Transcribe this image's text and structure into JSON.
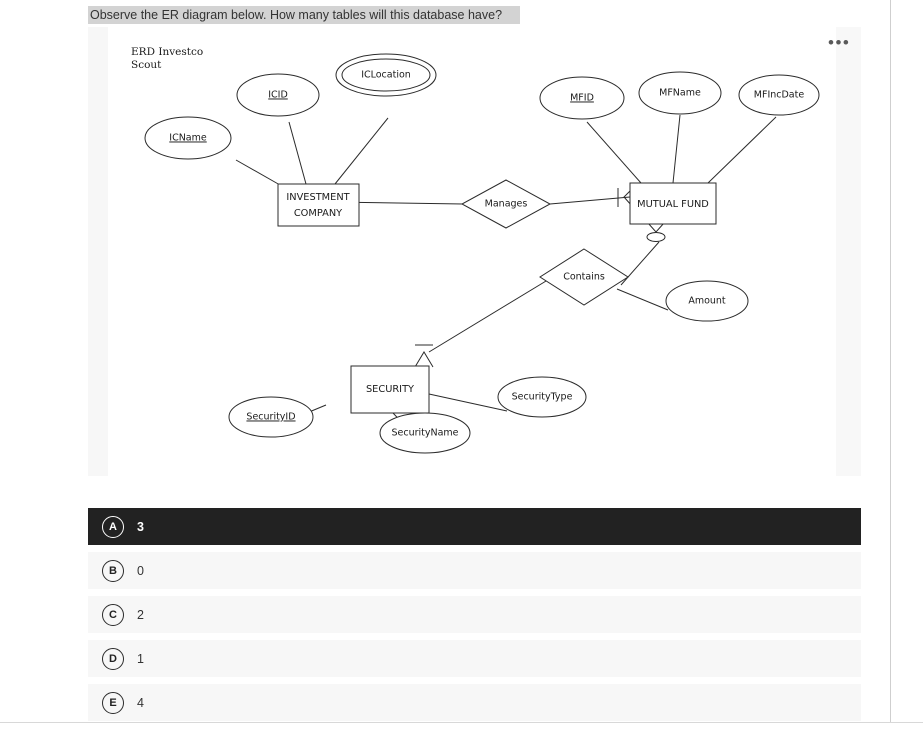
{
  "question": {
    "prompt": "Observe the ER diagram below. How many tables will this database have?"
  },
  "diagram": {
    "title": "ERD Investco\nScout",
    "menu_icon": "•••",
    "entities": [
      {
        "id": "investment-company",
        "label": "INVESTMENT\nCOMPANY",
        "line1": "INVESTMENT",
        "line2": "COMPANY"
      },
      {
        "id": "mutual-fund",
        "label": "MUTUAL FUND",
        "line1": "MUTUAL FUND",
        "line2": ""
      },
      {
        "id": "security",
        "label": "SECURITY",
        "line1": "SECURITY",
        "line2": ""
      }
    ],
    "relationships": [
      {
        "id": "manages",
        "label": "Manages"
      },
      {
        "id": "contains",
        "label": "Contains"
      }
    ],
    "attributes": [
      {
        "id": "icid",
        "label": "ICID",
        "key": true,
        "multivalued": false,
        "owner": "investment-company"
      },
      {
        "id": "iclocation",
        "label": "ICLocation",
        "key": false,
        "multivalued": true,
        "owner": "investment-company"
      },
      {
        "id": "icname",
        "label": "ICName",
        "key": true,
        "multivalued": false,
        "owner": "investment-company"
      },
      {
        "id": "mfid",
        "label": "MFID",
        "key": true,
        "multivalued": false,
        "owner": "mutual-fund"
      },
      {
        "id": "mfname",
        "label": "MFName",
        "key": false,
        "multivalued": false,
        "owner": "mutual-fund"
      },
      {
        "id": "mfincdate",
        "label": "MFIncDate",
        "key": false,
        "multivalued": false,
        "owner": "mutual-fund"
      },
      {
        "id": "amount",
        "label": "Amount",
        "key": false,
        "multivalued": false,
        "owner": "contains"
      },
      {
        "id": "securityid",
        "label": "SecurityID",
        "key": true,
        "multivalued": false,
        "owner": "security"
      },
      {
        "id": "securityname",
        "label": "SecurityName",
        "key": false,
        "multivalued": false,
        "owner": "security"
      },
      {
        "id": "securitytype",
        "label": "SecurityType",
        "key": false,
        "multivalued": false,
        "owner": "security"
      }
    ]
  },
  "options": [
    {
      "letter": "A",
      "text": "3",
      "selected": true
    },
    {
      "letter": "B",
      "text": "0",
      "selected": false
    },
    {
      "letter": "C",
      "text": "2",
      "selected": false
    },
    {
      "letter": "D",
      "text": "1",
      "selected": false
    },
    {
      "letter": "E",
      "text": "4",
      "selected": false
    }
  ],
  "colors": {
    "selected_background": "#222222",
    "option_background": "#f7f7f7",
    "prompt_highlight": "#d3d3d3",
    "diagram_stroke": "#2b2b2b"
  }
}
